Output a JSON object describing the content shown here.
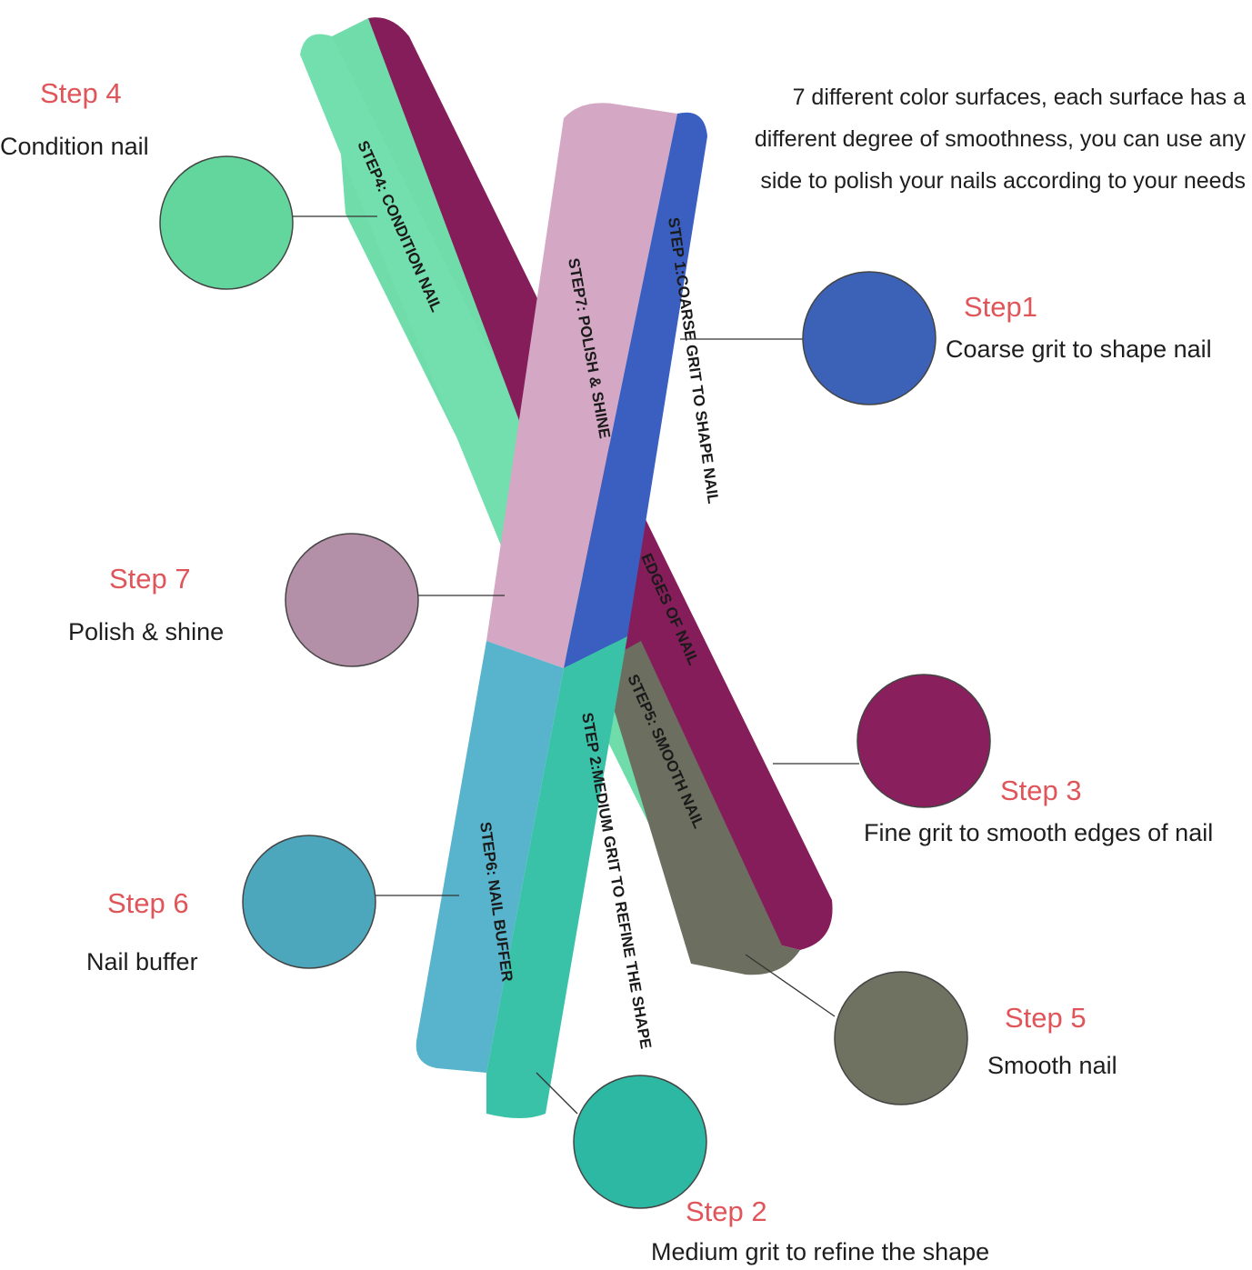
{
  "intro": "7 different color surfaces, each surface has a different degree of smoothness, you can use any side to polish your nails according to your needs",
  "steps": [
    {
      "title": "Step 4",
      "desc": "Condition nail",
      "color": "#62d69c"
    },
    {
      "title": "Step1",
      "desc": "Coarse grit to shape nail",
      "color": "#3c62b8"
    },
    {
      "title": "Step 7",
      "desc": "Polish & shine",
      "color": "#b48fa8"
    },
    {
      "title": "Step 3",
      "desc": "Fine grit to smooth edges of nail",
      "color": "#8a1f5e"
    },
    {
      "title": "Step 6",
      "desc": "Nail buffer",
      "color": "#4ca6bc"
    },
    {
      "title": "Step 5",
      "desc": "Smooth nail",
      "color": "#6f7261"
    },
    {
      "title": "Step 2",
      "desc": "Medium grit to refine the shape",
      "color": "#2cb8a2"
    }
  ],
  "stick_text": {
    "step4": "STEP4: CONDITION NAIL",
    "step1": "STEP 1:COARSE GRIT TO SHAPE NAIL",
    "step7": "STEP7: POLISH & SHINE",
    "step3": "EDGES OF NAIL",
    "step5": "STEP5: SMOOTH NAIL",
    "step6": "STEP6: NAIL BUFFER",
    "step2": "STEP 2:MEDIUM GRIT TO REFINE THE SHAPE"
  }
}
